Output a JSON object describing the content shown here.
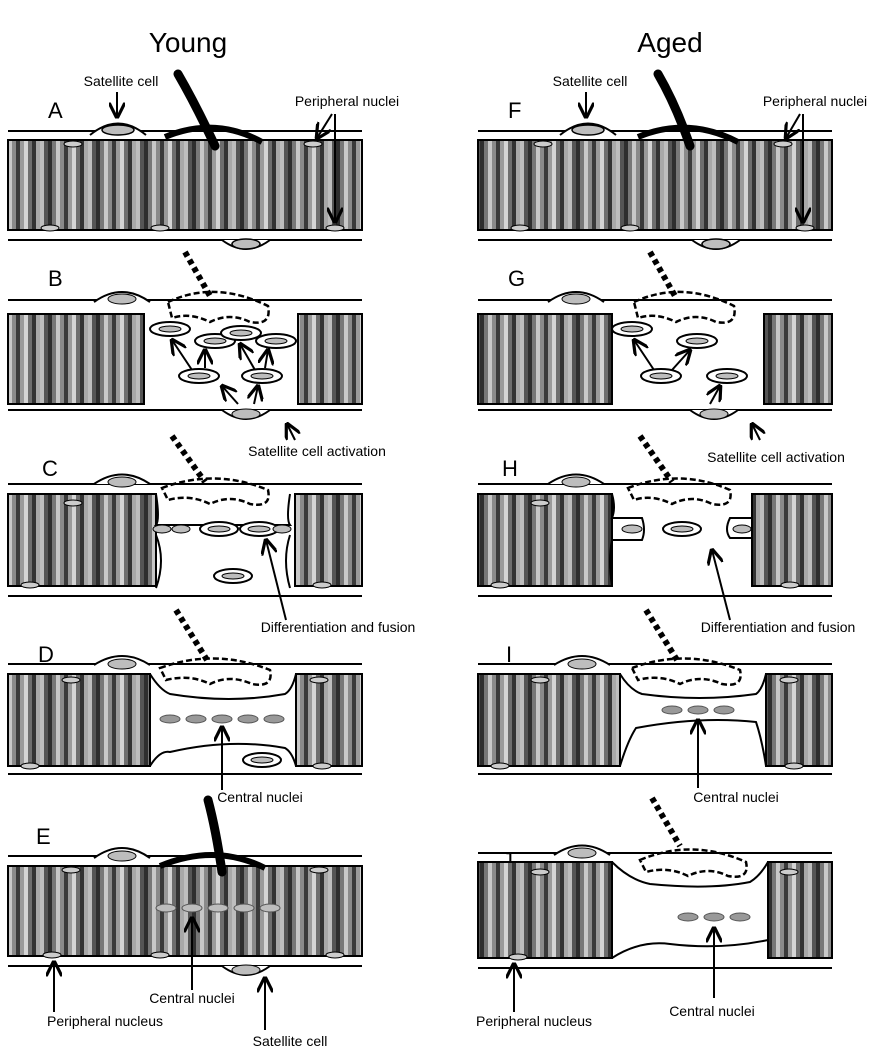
{
  "columns": [
    {
      "title": "Young",
      "panels": [
        {
          "letter": "A",
          "labels": [
            "Satellite cell",
            "Peripheral nuclei"
          ]
        },
        {
          "letter": "B",
          "labels": [
            "Satellite cell activation"
          ]
        },
        {
          "letter": "C",
          "labels": [
            "Differentiation and fusion"
          ]
        },
        {
          "letter": "D",
          "labels": [
            "Central nuclei"
          ]
        },
        {
          "letter": "E",
          "labels": [
            "Central nuclei",
            "Peripheral nucleus",
            "Satellite cell"
          ]
        }
      ]
    },
    {
      "title": "Aged",
      "panels": [
        {
          "letter": "F",
          "labels": [
            "Satellite cell",
            "Peripheral nuclei"
          ]
        },
        {
          "letter": "G",
          "labels": [
            "Satellite cell activation"
          ]
        },
        {
          "letter": "H",
          "labels": [
            "Differentiation and fusion"
          ]
        },
        {
          "letter": "I",
          "labels": [
            "Central nuclei"
          ]
        },
        {
          "letter": "J",
          "labels": [
            "Peripheral nucleus",
            "Central nuclei"
          ]
        }
      ]
    }
  ]
}
